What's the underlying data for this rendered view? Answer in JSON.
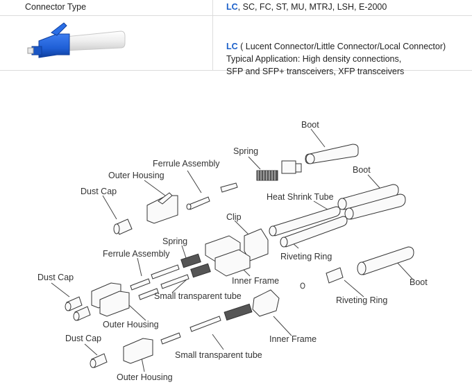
{
  "table": {
    "header_label": "Connector Type",
    "header_value_highlight": "LC",
    "header_value_rest": ", SC, FC, ST, MU, MTRJ, LSH, E-2000",
    "description": {
      "highlight": "LC",
      "line1_rest": " ( Lucent Connector/Little Connector/Local Connector)",
      "line2": "Typical Application: High density connections,",
      "line3": "SFP and SFP+ transceivers, XFP transceivers"
    }
  },
  "diagram": {
    "labels": {
      "boot_top": "Boot",
      "spring_top": "Spring",
      "ferrule_assembly_top": "Ferrule Assembly",
      "outer_housing_top": "Outer Housing",
      "dust_cap_top": "Dust Cap",
      "boot_right": "Boot",
      "heat_shrink_tube": "Heat Shrink Tube",
      "clip": "Clip",
      "riveting_ring_1": "Riveting Ring",
      "spring_mid": "Spring",
      "ferrule_assembly_mid": "Ferrule Assembly",
      "inner_frame_mid": "Inner Frame",
      "dust_cap_mid": "Dust Cap",
      "small_tube_mid": "Small transparent tube",
      "outer_housing_mid": "Outer Housing",
      "boot_bottom": "Boot",
      "riveting_ring_2": "Riveting Ring",
      "inner_frame_low": "Inner Frame",
      "dust_cap_low": "Dust Cap",
      "small_tube_low": "Small transparent tube",
      "outer_housing_low": "Outer Housing"
    }
  },
  "colors": {
    "accent": "#1a5fc9",
    "connector_blue": "#1f5fd6"
  }
}
